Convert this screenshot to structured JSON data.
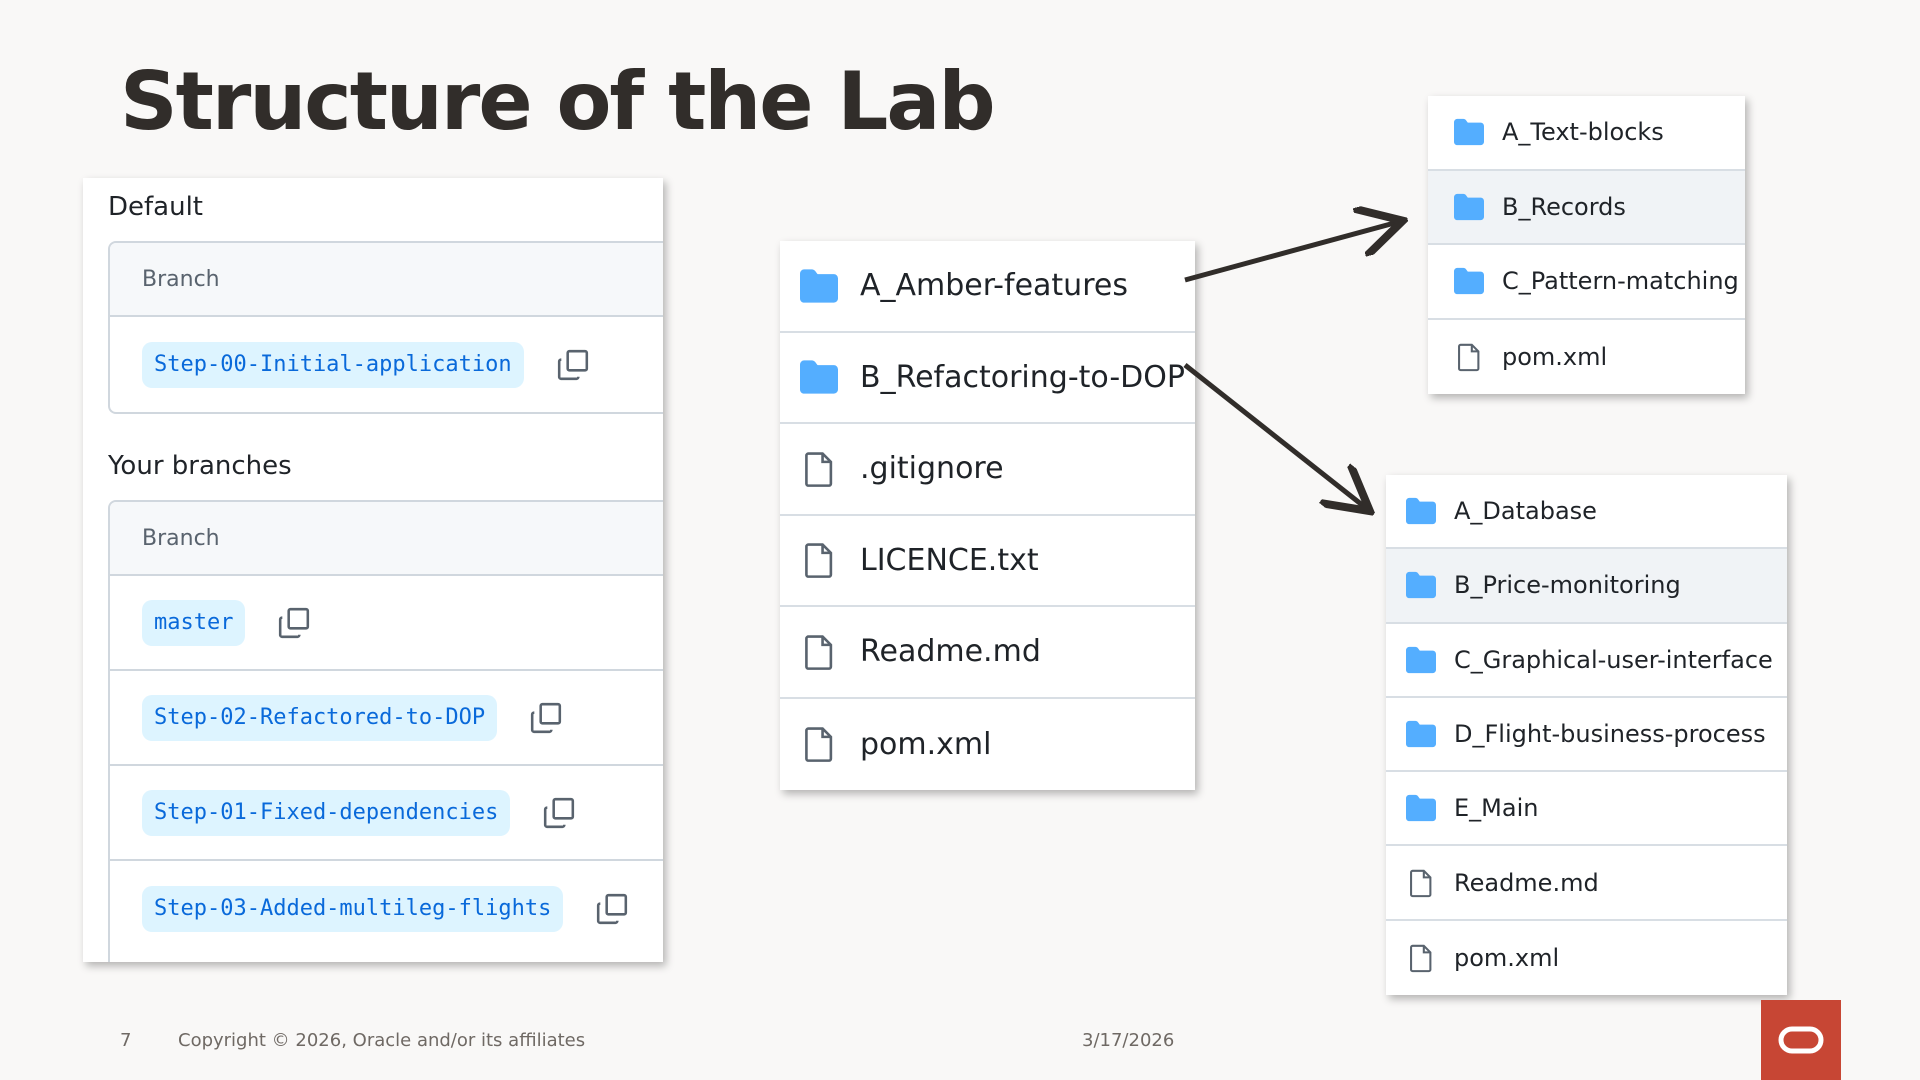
{
  "slide": {
    "title": "Structure of the Lab"
  },
  "branches_panel": {
    "default_section": {
      "title": "Default",
      "column_header": "Branch",
      "branches": [
        "Step-00-Initial-application"
      ]
    },
    "your_section": {
      "title": "Your branches",
      "column_header": "Branch",
      "branches": [
        "master",
        "Step-02-Refactored-to-DOP",
        "Step-01-Fixed-dependencies",
        "Step-03-Added-multileg-flights"
      ]
    }
  },
  "repo_root": {
    "items": [
      {
        "name": "A_Amber-features",
        "type": "folder",
        "icon": "folder-icon"
      },
      {
        "name": "B_Refactoring-to-DOP",
        "type": "folder",
        "icon": "folder-icon"
      },
      {
        "name": ".gitignore",
        "type": "file",
        "icon": "file-icon"
      },
      {
        "name": "LICENCE.txt",
        "type": "file",
        "icon": "file-icon"
      },
      {
        "name": "Readme.md",
        "type": "file",
        "icon": "file-icon"
      },
      {
        "name": "pom.xml",
        "type": "file",
        "icon": "file-icon"
      }
    ]
  },
  "amber_features": {
    "items": [
      {
        "name": "A_Text-blocks",
        "type": "folder",
        "icon": "folder-icon"
      },
      {
        "name": "B_Records",
        "type": "folder",
        "icon": "folder-icon"
      },
      {
        "name": "C_Pattern-matching",
        "type": "folder",
        "icon": "folder-icon"
      },
      {
        "name": "pom.xml",
        "type": "file",
        "icon": "file-icon"
      }
    ]
  },
  "refactoring_to_dop": {
    "items": [
      {
        "name": "A_Database",
        "type": "folder",
        "icon": "folder-icon"
      },
      {
        "name": "B_Price-monitoring",
        "type": "folder",
        "icon": "folder-icon"
      },
      {
        "name": "C_Graphical-user-interface",
        "type": "folder",
        "icon": "folder-icon"
      },
      {
        "name": "D_Flight-business-process",
        "type": "folder",
        "icon": "folder-icon"
      },
      {
        "name": "E_Main",
        "type": "folder",
        "icon": "folder-icon"
      },
      {
        "name": "Readme.md",
        "type": "file",
        "icon": "file-icon"
      },
      {
        "name": "pom.xml",
        "type": "file",
        "icon": "file-icon"
      }
    ]
  },
  "footer": {
    "page_number": "7",
    "copyright": "Copyright © 2026, Oracle and/or its affiliates",
    "date": "3/17/2026",
    "logo": "oracle-logo-icon"
  },
  "colors": {
    "folder_icon": "#54aeff",
    "link_text": "#0969da",
    "pill_bg": "#ddf4ff",
    "oracle_red": "#c74634",
    "title_text": "#312d2a"
  }
}
